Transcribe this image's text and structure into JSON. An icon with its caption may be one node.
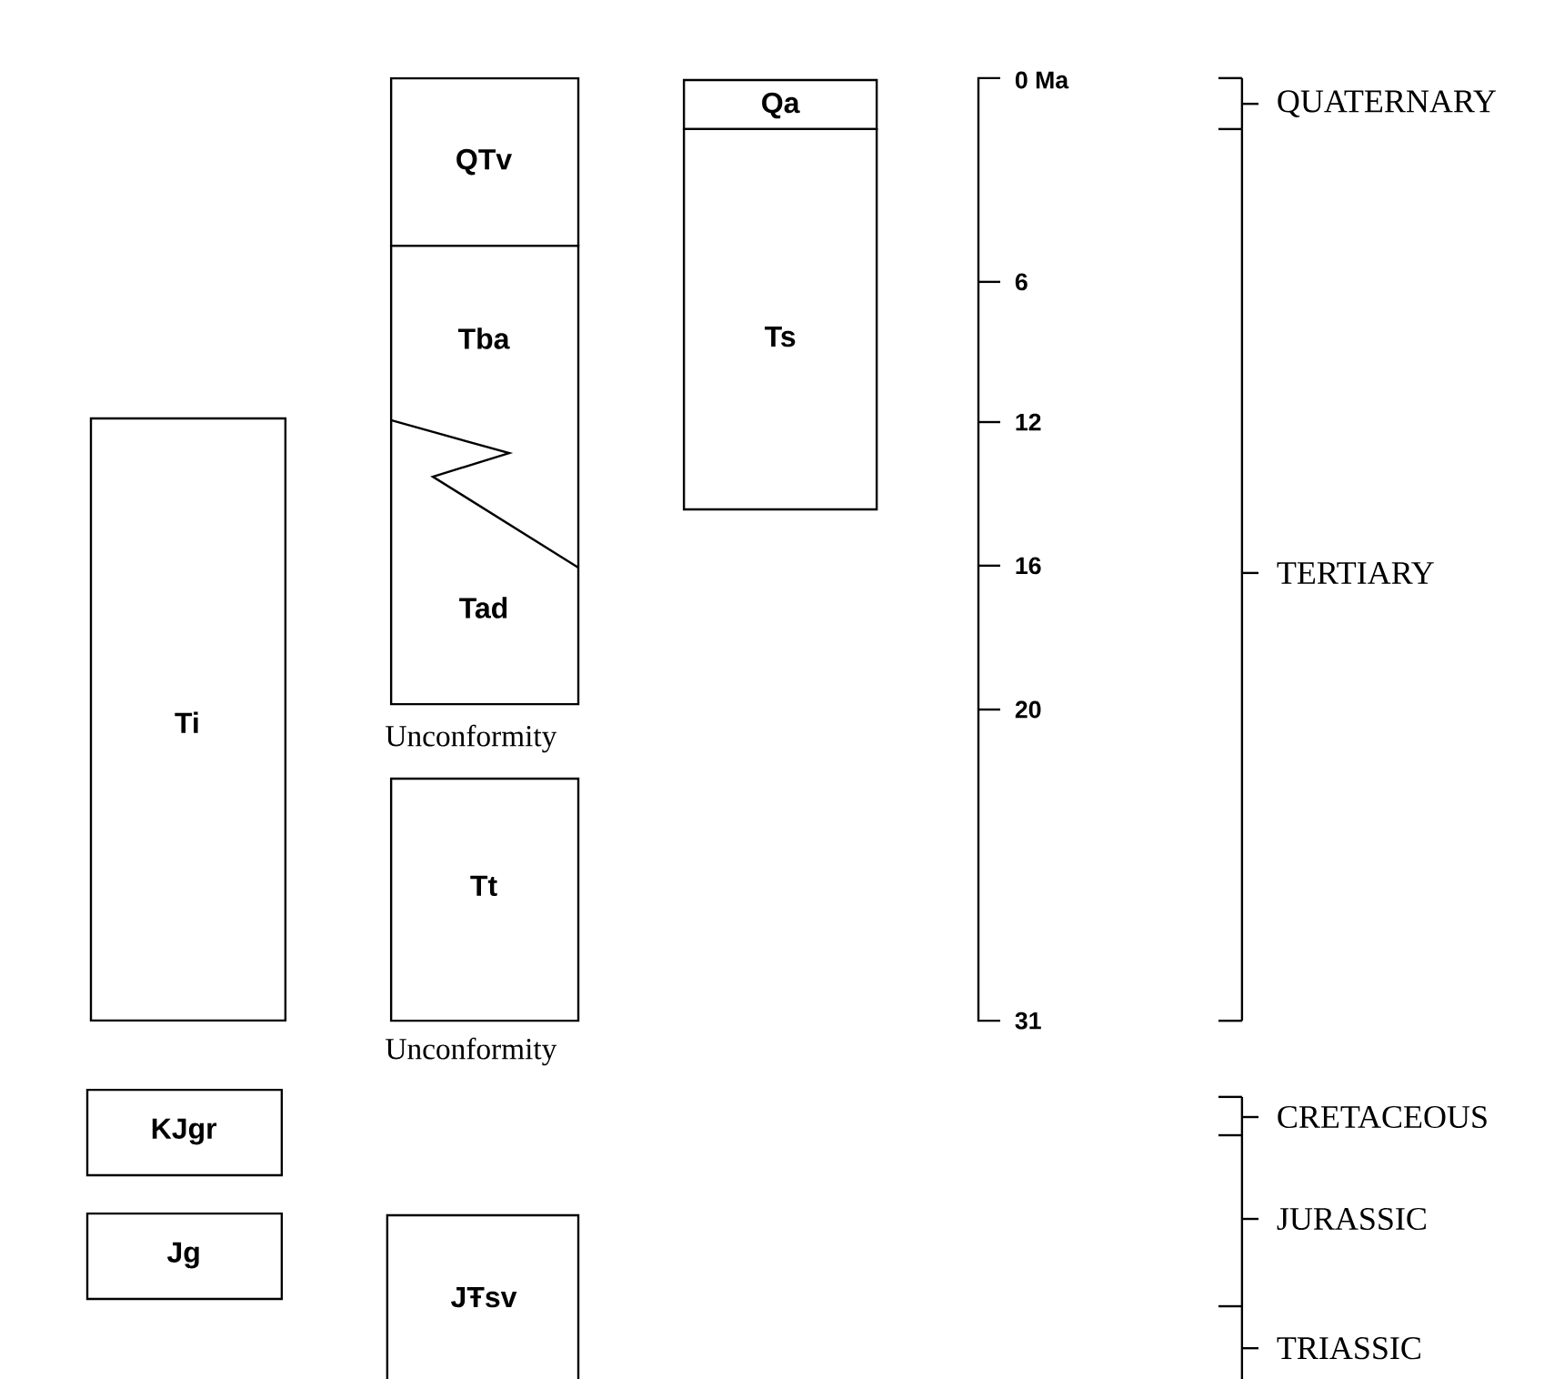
{
  "diagram": {
    "nodes": [
      {
        "text": [
          "QTv"
        ]
      },
      {
        "text": [
          "Tba",
          "Tad"
        ]
      },
      {
        "text": [
          "Qa"
        ]
      },
      {
        "text": [
          "Ts"
        ]
      },
      {
        "text": [
          "Ti"
        ]
      },
      {
        "text": [
          "Tt"
        ]
      },
      {
        "text": [
          "KJgr"
        ]
      },
      {
        "text": [
          "Jg"
        ]
      },
      {
        "text": [
          "JŦsv"
        ]
      }
    ],
    "labels": [
      "0 Ma",
      "QUATERNARY",
      "6",
      "12",
      "16",
      "TERTIARY",
      "20",
      "Unconformity",
      "31",
      "Unconformity",
      "CRETACEOUS",
      "JURASSIC",
      "TRIASSIC"
    ]
  }
}
